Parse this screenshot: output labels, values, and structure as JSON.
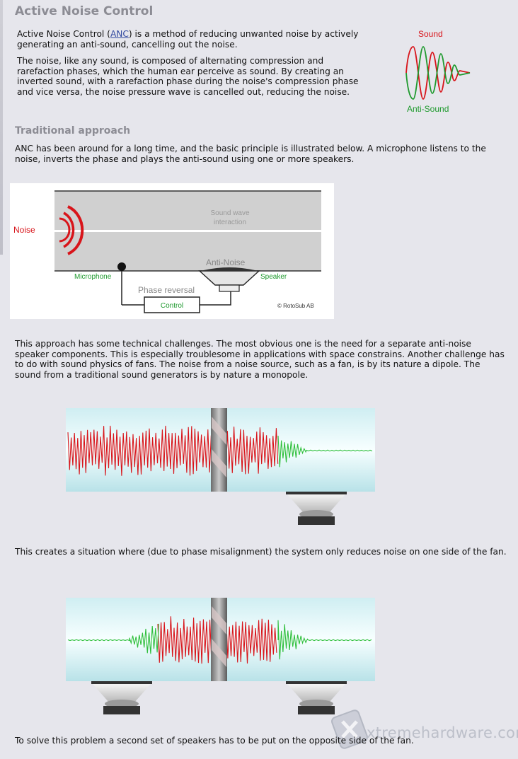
{
  "article": {
    "title": "Active Noise Control",
    "intro_before_link": "Active Noise Control (",
    "intro_link": "ANC",
    "intro_after_link": ") is a method of reducing unwanted noise by actively generating an anti-sound, cancelling out the noise.",
    "intro_p2": "The noise, like any sound, is composed of alternating compression and rarefaction phases, which the human ear perceive as sound. By creating an inverted sound, with a rarefaction phase during the noise's compression phase and vice versa, the noise pressure wave is cancelled out, reducing the noise.",
    "section_title": "Traditional approach",
    "section_p1": "ANC has been around for a long time, and the basic principle is illustrated below. A microphone listens to the noise, inverts the phase and plays the anti-sound using one or more speakers.",
    "challenges_p": "This approach has some technical challenges. The most obvious one is the need for a separate anti-noise speaker components. This is especially troublesome in applications with space constrains. Another challenge has to do with sound physics of fans. The noise from a noise source, such as a fan, is by its nature a dipole. The sound from a traditional sound generators is by nature a monopole.",
    "misalign_p": "This creates a situation where (due to phase misalignment) the system only reduces noise on one side of the fan.",
    "solution_p": "To solve this problem a second set of speakers has to be put on the opposite side of the fan."
  },
  "wave_figure": {
    "sound_label": "Sound",
    "anti_sound_label": "Anti-Sound"
  },
  "diagram": {
    "noise_label": "Noise",
    "sound_wave_line1": "Sound wave",
    "sound_wave_line2": "interaction",
    "anti_noise_label": "Anti-Noise",
    "microphone_label": "Microphone",
    "speaker_label": "Speaker",
    "phase_reversal_label": "Phase reversal",
    "control_label": "Control",
    "copyright": "© RotoSub AB"
  },
  "watermark": {
    "text": "xtremehardware.com"
  },
  "colors": {
    "red": "#d8141a",
    "green": "#1f9a2e",
    "heading": "#8c8c94"
  }
}
